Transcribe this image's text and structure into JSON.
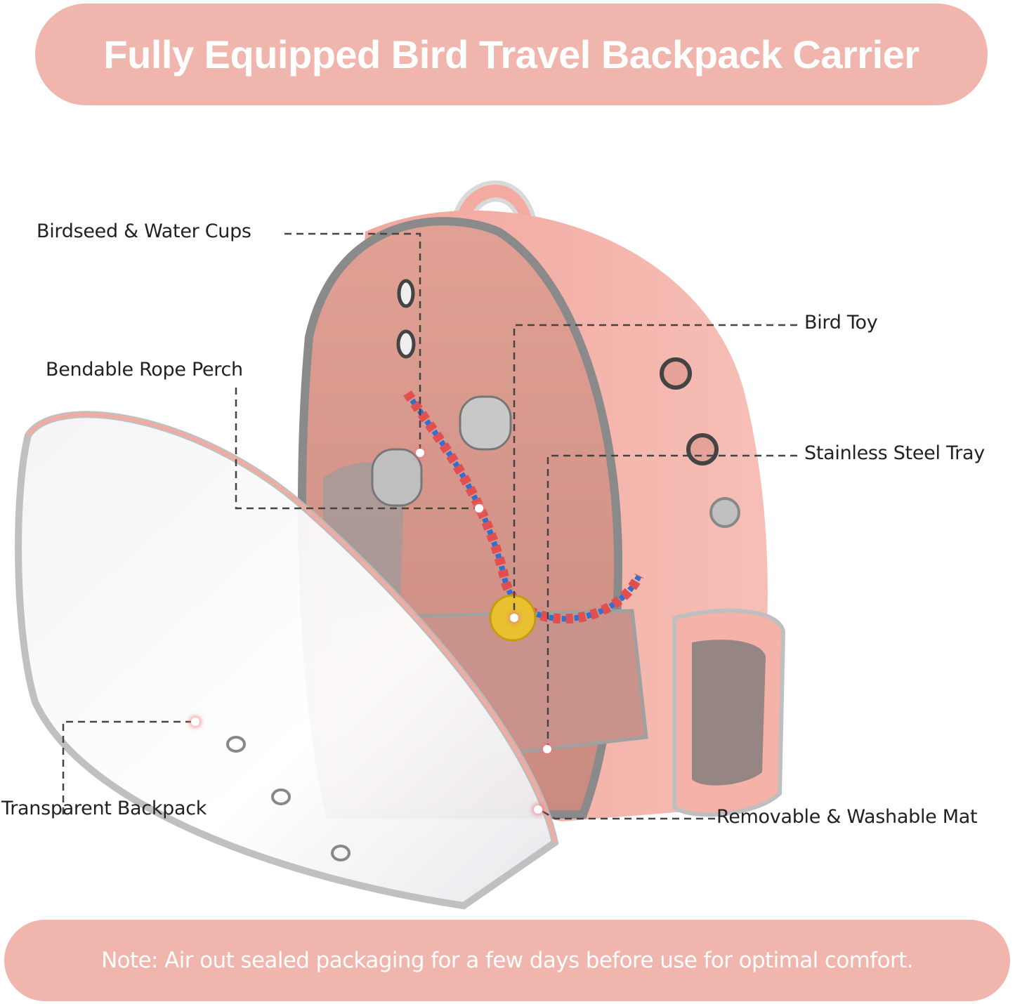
{
  "header": {
    "title": "Fully Equipped Bird Travel Backpack Carrier"
  },
  "callouts": [
    {
      "id": "cups",
      "label": "Birdseed & Water Cups"
    },
    {
      "id": "perch",
      "label": "Bendable Rope Perch"
    },
    {
      "id": "toy",
      "label": "Bird Toy"
    },
    {
      "id": "tray",
      "label": "Stainless Steel Tray"
    },
    {
      "id": "shell",
      "label": "Transparent Backpack"
    },
    {
      "id": "mat",
      "label": "Removable & Washable Mat"
    }
  ],
  "footer": {
    "note": "Note: Air out sealed packaging for a few days before use for optimal comfort."
  },
  "colors": {
    "banner": "#f0b5ac",
    "backpack_pink": "#f2a9a0",
    "interior": "#d99a8e",
    "trim_gray": "#c8c8c8"
  }
}
